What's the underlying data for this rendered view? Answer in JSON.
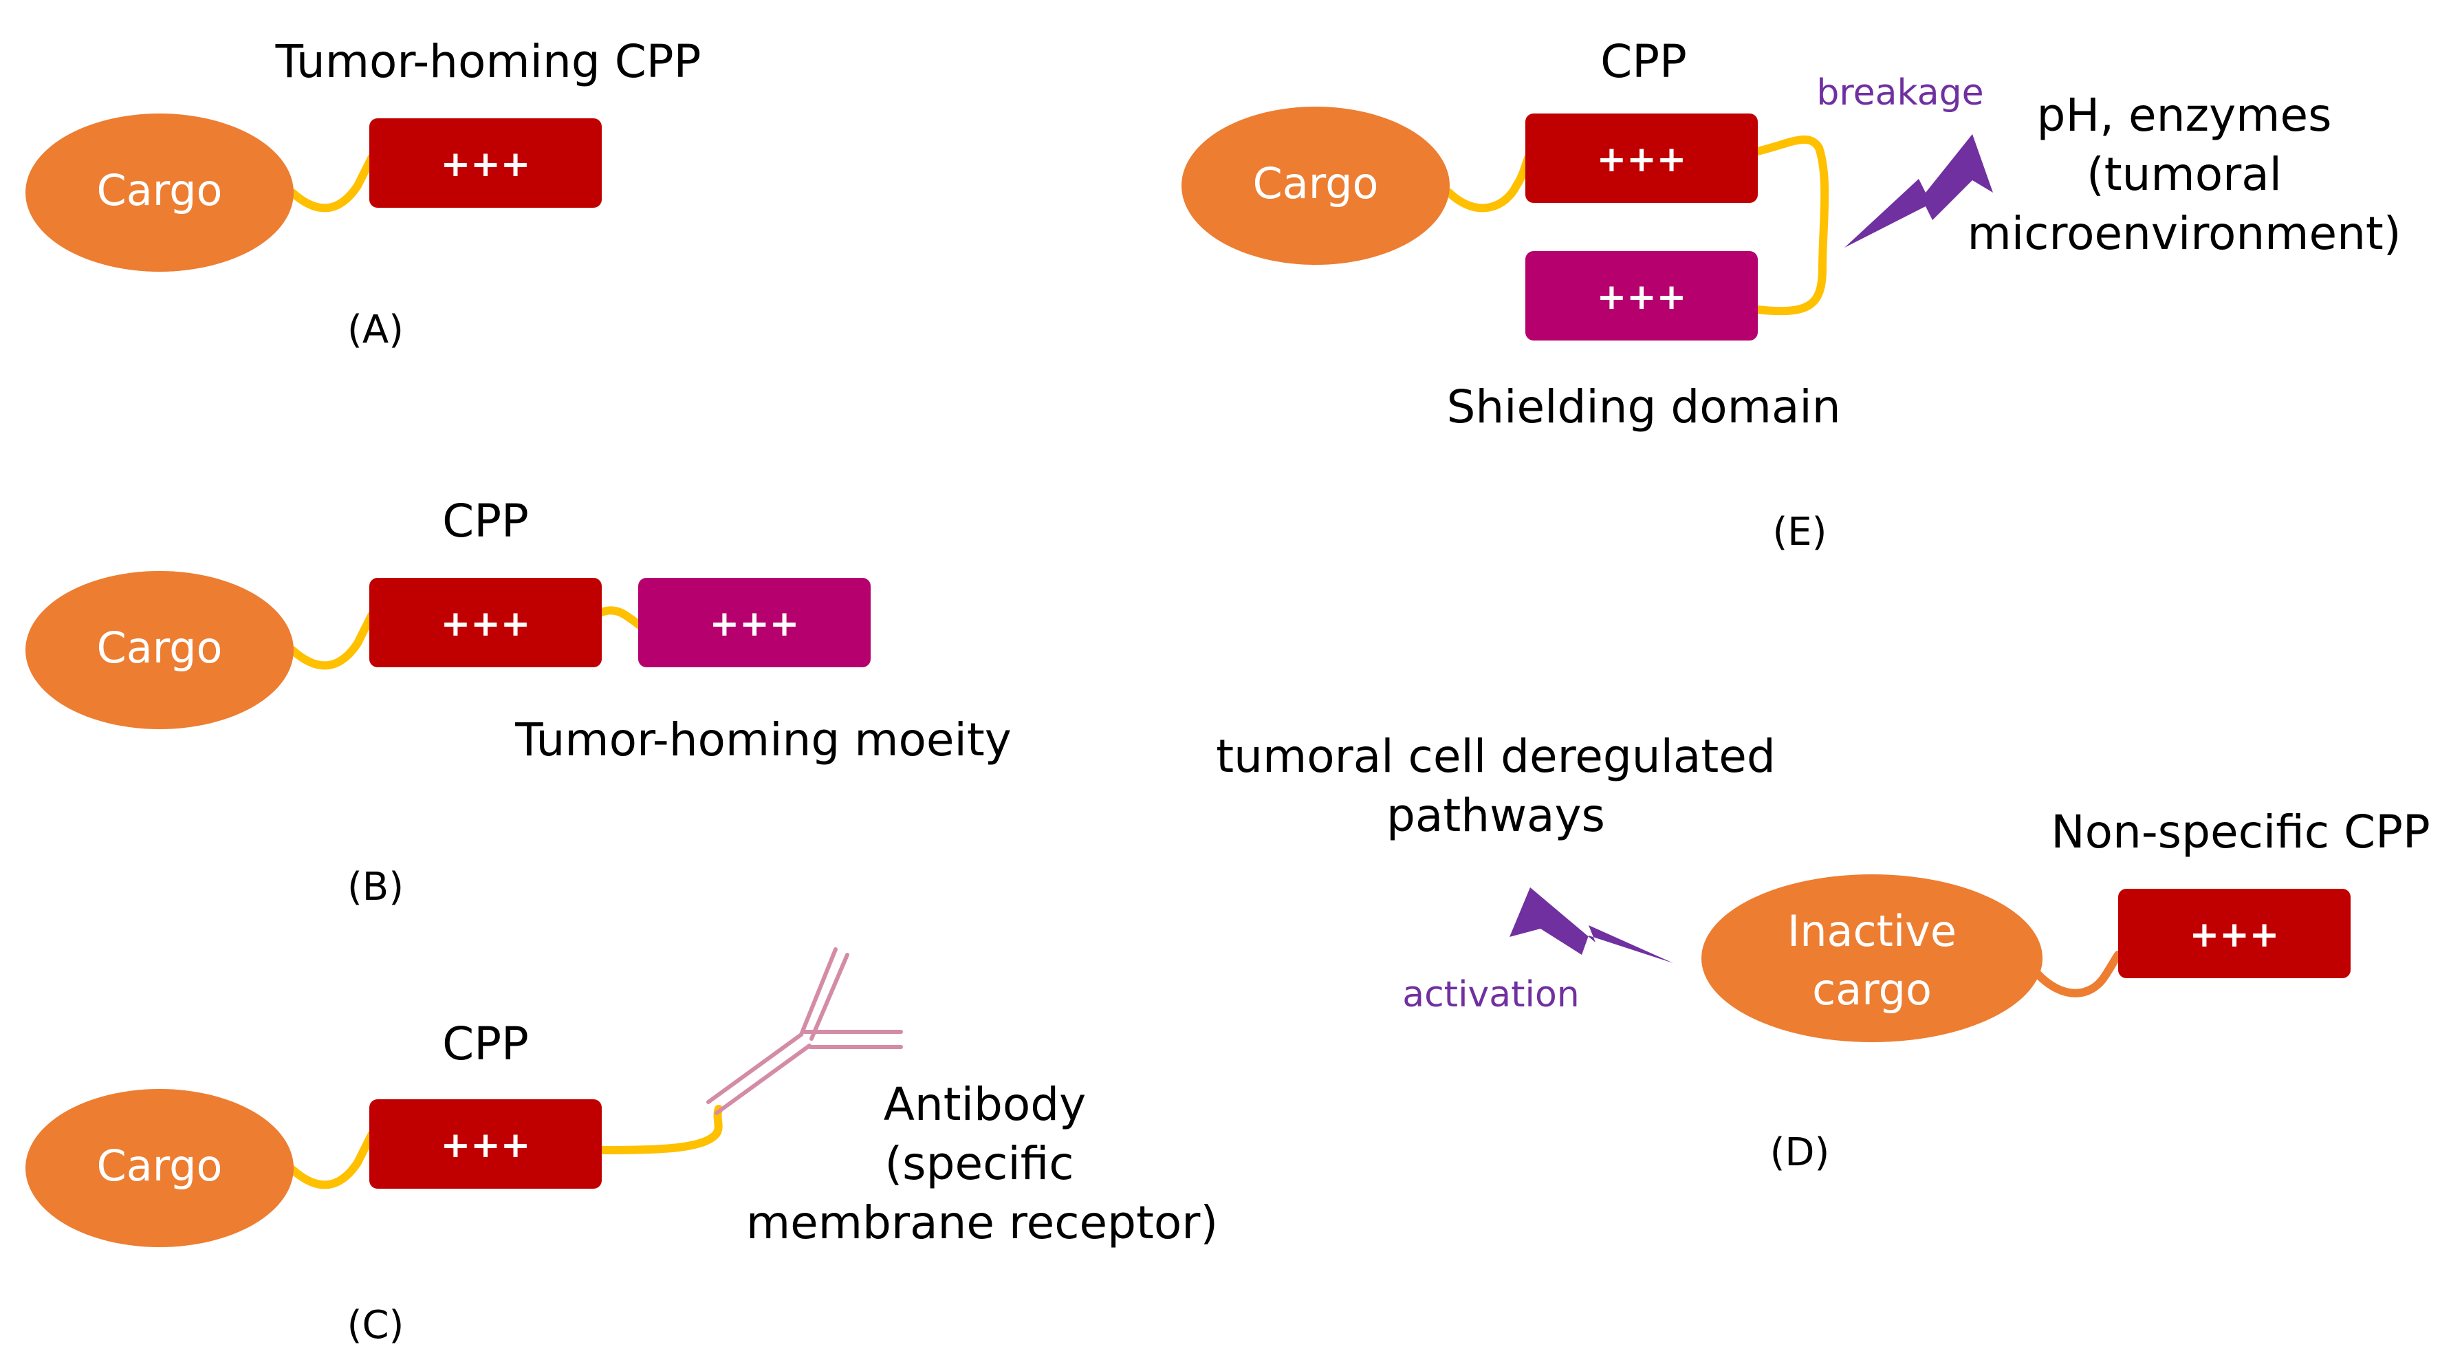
{
  "colors": {
    "cargo": "#ed7d31",
    "cpp_box": "#c00000",
    "secondary_box": "#b5006e",
    "linker": "#ffc000",
    "linker_d": "#ed7d31",
    "antibody": "#d48ca6",
    "lightning": "#7030a0"
  },
  "panel_a": {
    "letter": "(A)",
    "title": "Tumor-homing CPP",
    "cargo": "Cargo",
    "cpp_box": "+++"
  },
  "panel_b": {
    "letter": "(B)",
    "title": "CPP",
    "cargo": "Cargo",
    "cpp_box": "+++",
    "moiety_box": "+++",
    "moiety_label": "Tumor-homing moeity"
  },
  "panel_c": {
    "letter": "(C)",
    "title": "CPP",
    "cargo": "Cargo",
    "cpp_box": "+++",
    "antibody_label_line1": "Antibody",
    "antibody_label_line2": "(specific",
    "antibody_label_line3": "membrane receptor)"
  },
  "panel_d": {
    "letter": "(D)",
    "pathway_line1": "tumoral cell deregulated",
    "pathway_line2": "pathways",
    "activation": "activation",
    "cargo_line1": "Inactive",
    "cargo_line2": "cargo",
    "cpp_title": "Non-specific CPP",
    "cpp_box": "+++"
  },
  "panel_e": {
    "letter": "(E)",
    "title": "CPP",
    "cargo": "Cargo",
    "cpp_box": "+++",
    "shield_box": "+++",
    "shield_label": "Shielding domain",
    "breakage": "breakage",
    "trigger_line1": "pH, enzymes",
    "trigger_line2": "(tumoral",
    "trigger_line3": "microenvironment)"
  }
}
